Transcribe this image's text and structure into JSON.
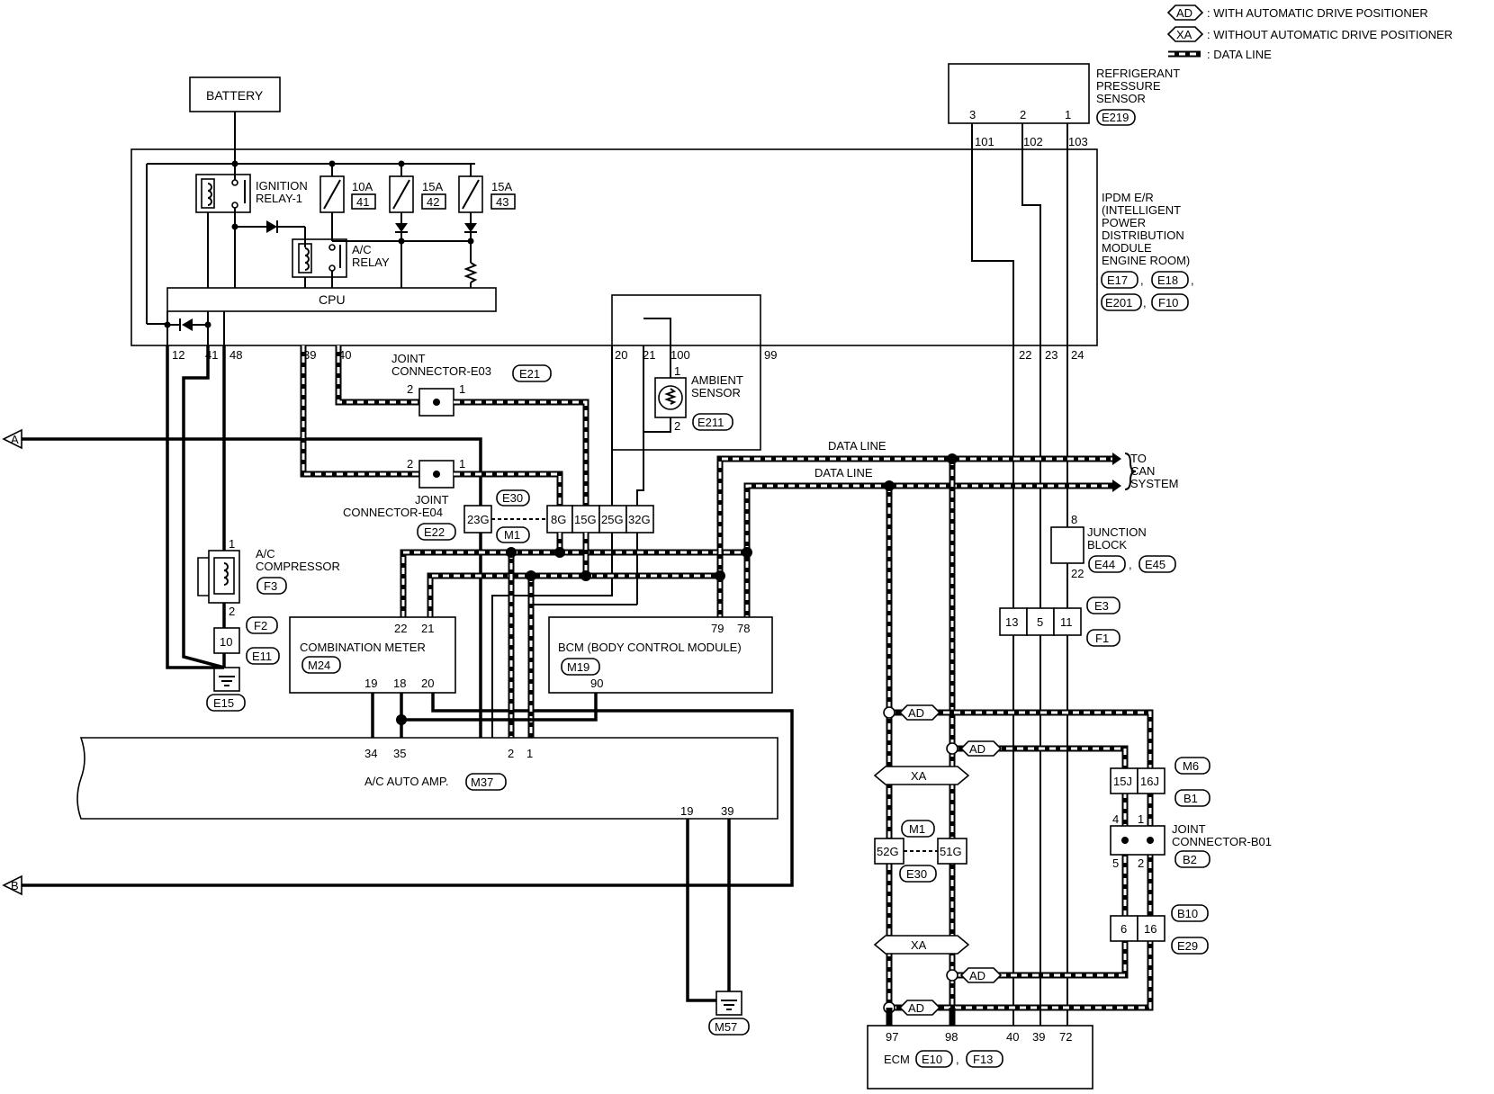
{
  "legend": {
    "ad_code": "AD",
    "ad_text": ": WITH AUTOMATIC DRIVE POSITIONER",
    "xa_code": "XA",
    "xa_text": ": WITHOUT AUTOMATIC DRIVE POSITIONER",
    "data_line_text": ": DATA LINE"
  },
  "battery": "BATTERY",
  "ipdm": {
    "lines": [
      "IPDM E/R",
      "(INTELLIGENT",
      "POWER",
      "DISTRIBUTION",
      "MODULE",
      "ENGINE ROOM)"
    ],
    "connectors": [
      "E17",
      "E18",
      "E201",
      "F10"
    ],
    "ignition_relay": [
      "IGNITION",
      "RELAY-1"
    ],
    "ac_relay": [
      "A/C",
      "RELAY"
    ],
    "cpu": "CPU",
    "fuses": [
      {
        "amp": "10A",
        "num": "41"
      },
      {
        "amp": "15A",
        "num": "42"
      },
      {
        "amp": "15A",
        "num": "43"
      }
    ],
    "pins": [
      "12",
      "41",
      "48",
      "39",
      "40",
      "20",
      "21",
      "100",
      "99",
      "22",
      "23",
      "24",
      "101",
      "102",
      "103"
    ]
  },
  "refrigerant_sensor": {
    "lines": [
      "REFRIGERANT",
      "PRESSURE",
      "SENSOR"
    ],
    "connector": "E219",
    "pins": [
      "3",
      "2",
      "1"
    ]
  },
  "ambient_sensor": {
    "lines": [
      "AMBIENT",
      "SENSOR"
    ],
    "connector": "E211",
    "pins": [
      "1",
      "2"
    ]
  },
  "joint_e03": {
    "lines": [
      "JOINT",
      "CONNECTOR-E03"
    ],
    "connector": "E21",
    "pins": [
      "2",
      "1"
    ]
  },
  "joint_e04": {
    "lines": [
      "JOINT",
      "CONNECTOR-E04"
    ],
    "connector": "E22",
    "pins": [
      "2",
      "1"
    ]
  },
  "harness_e30_m1": {
    "top": "E30",
    "bottom": "M1",
    "pins": [
      "23G",
      "8G",
      "15G",
      "25G",
      "32G"
    ]
  },
  "ac_compressor": {
    "lines": [
      "A/C",
      "COMPRESSOR"
    ],
    "connector": "F3",
    "pins": [
      "1",
      "2"
    ]
  },
  "e11_f2": {
    "top": "F2",
    "bottom": "E11",
    "pin": "10"
  },
  "ground_e15": "E15",
  "ground_m57": "M57",
  "combination_meter": {
    "title": "COMBINATION METER",
    "connector": "M24",
    "pins": [
      "22",
      "21",
      "19",
      "18",
      "20"
    ]
  },
  "bcm": {
    "title": "BCM (BODY CONTROL MODULE)",
    "connector": "M19",
    "pins": [
      "79",
      "78",
      "90"
    ]
  },
  "ac_auto_amp": {
    "title": "A/C AUTO AMP.",
    "connector": "M37",
    "pins": [
      "34",
      "35",
      "2",
      "1",
      "19",
      "39"
    ]
  },
  "data_line_labels": [
    "DATA LINE",
    "DATA LINE"
  ],
  "to_can": [
    "TO",
    "CAN",
    "SYSTEM"
  ],
  "junction_block": {
    "lines": [
      "JUNCTION",
      "BLOCK"
    ],
    "connectors": [
      "E44",
      "E45"
    ],
    "pins": [
      "8",
      "22"
    ]
  },
  "e3_f1": {
    "top": "E3",
    "bottom": "F1",
    "pins": [
      "13",
      "5",
      "11"
    ]
  },
  "ad_tags": [
    "AD",
    "AD",
    "AD",
    "AD"
  ],
  "xa_tags": [
    "XA",
    "XA"
  ],
  "harness_m1_e30": {
    "top": "M1",
    "bottom": "E30",
    "pins": [
      "52G",
      "51G"
    ]
  },
  "harness_m6_b1": {
    "top": "M6",
    "bottom": "B1",
    "pins": [
      "15J",
      "16J"
    ]
  },
  "joint_b01": {
    "lines": [
      "JOINT",
      "CONNECTOR-B01"
    ],
    "connector": "B2",
    "pins": [
      "4",
      "1",
      "5",
      "2"
    ]
  },
  "harness_b10_e29": {
    "top": "B10",
    "bottom": "E29",
    "pins": [
      "6",
      "16"
    ]
  },
  "ecm": {
    "title": "ECM",
    "connectors": [
      "E10",
      "F13"
    ],
    "pins": [
      "97",
      "98",
      "40",
      "39",
      "72"
    ]
  },
  "offpage": [
    "A",
    "B"
  ],
  "comma": ","
}
